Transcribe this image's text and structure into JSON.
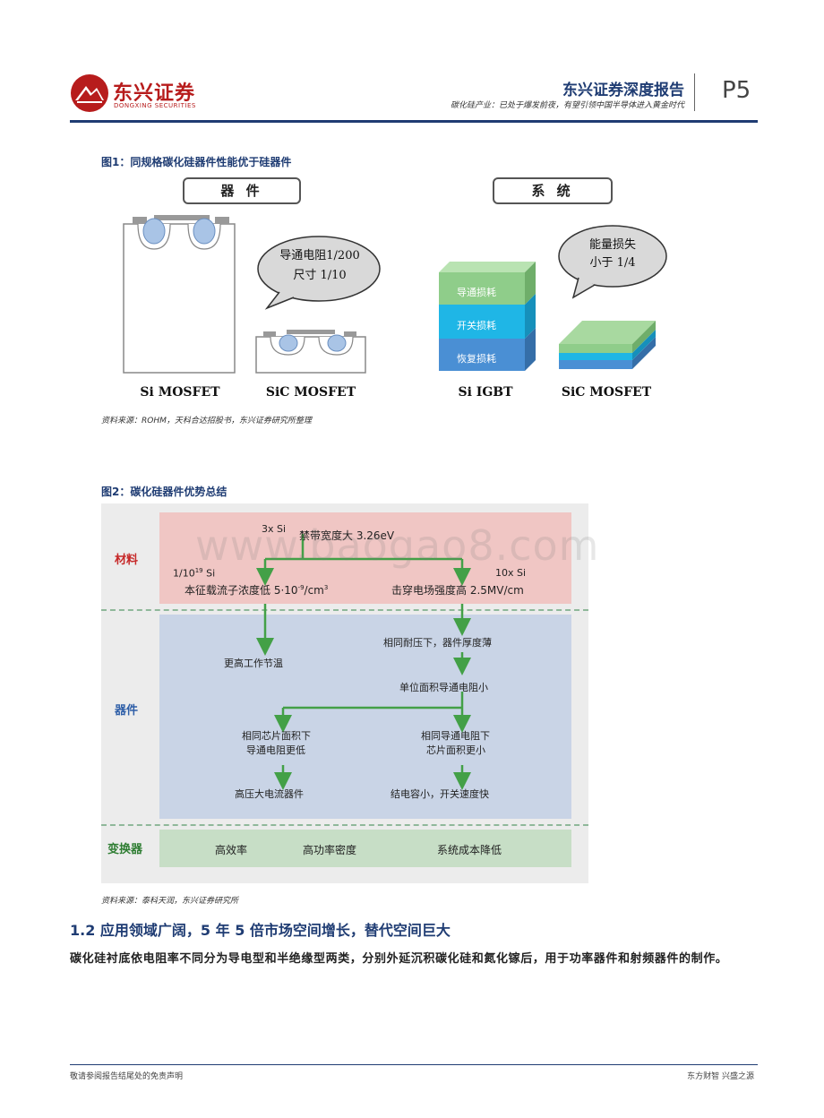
{
  "header": {
    "logo_cn": "东兴证券",
    "logo_en": "DONGXING SECURITIES",
    "report_title": "东兴证券深度报告",
    "report_subtitle": "碳化硅产业：已处于爆发前夜，有望引领中国半导体进入黄金时代",
    "page": "P5",
    "brand_color": "#b71c1c",
    "accent_color": "#1f3c73"
  },
  "figure1": {
    "title": "图1：同规格碳化硅器件性能优于硅器件",
    "device_box": "器 件",
    "system_box": "系 统",
    "device_bubble": [
      "导通电阻1/200",
      "尺寸 1/10"
    ],
    "system_bubble": [
      "能量损失",
      "小于 1/4"
    ],
    "layers": [
      "导通损耗",
      "开关损耗",
      "恢复损耗"
    ],
    "layer_colors": [
      "#8fcd8a",
      "#1fb6e6",
      "#4a8fd4"
    ],
    "captions": [
      "Si MOSFET",
      "SiC MOSFET",
      "Si IGBT",
      "SiC MOSFET"
    ],
    "source": "资料来源：ROHM，天科合达招股书，东兴证券研究所整理"
  },
  "figure2": {
    "title": "图2：碳化硅器件优势总结",
    "watermark": "www.baogao8.com",
    "sections": [
      "材料",
      "器件",
      "变换器"
    ],
    "section_colors": [
      "#c62828",
      "#2f5fa8",
      "#2e7d32"
    ],
    "material": {
      "top_note": "3x Si",
      "top": "禁带宽度大 3.26eV",
      "left_note": "1/10",
      "left_note_sup": "19",
      "left_note_tail": " Si",
      "left": "本征载流子浓度低  5·10",
      "left_sup": "-9",
      "left_tail": "/cm",
      "left_sup2": "3",
      "right_note": "10x Si",
      "right": "击穿电场强度高 2.5MV/cm"
    },
    "device": {
      "left_top": "更高工作节温",
      "right_1": "相同耐压下，器件厚度薄",
      "right_2": "单位面积导通电阻小",
      "mid_left": [
        "相同芯片面积下",
        "导通电阻更低"
      ],
      "mid_right": [
        "相同导通电阻下",
        "芯片面积更小"
      ],
      "bottom_left": "高压大电流器件",
      "bottom_right": "结电容小，开关速度快"
    },
    "converter": [
      "高效率",
      "高功率密度",
      "系统成本降低"
    ],
    "source": "资料来源：泰科天润，东兴证券研究所"
  },
  "section": {
    "heading": "1.2 应用领域广阔，5 年 5 倍市场空间增长，替代空间巨大",
    "paragraph": "碳化硅衬底依电阻率不同分为导电型和半绝缘型两类，分别外延沉积碳化硅和氮化镓后，用于功率器件和射频器件的制作。"
  },
  "footer": {
    "left": "敬请参阅报告结尾处的免责声明",
    "right": "东方财智 兴盛之源"
  }
}
